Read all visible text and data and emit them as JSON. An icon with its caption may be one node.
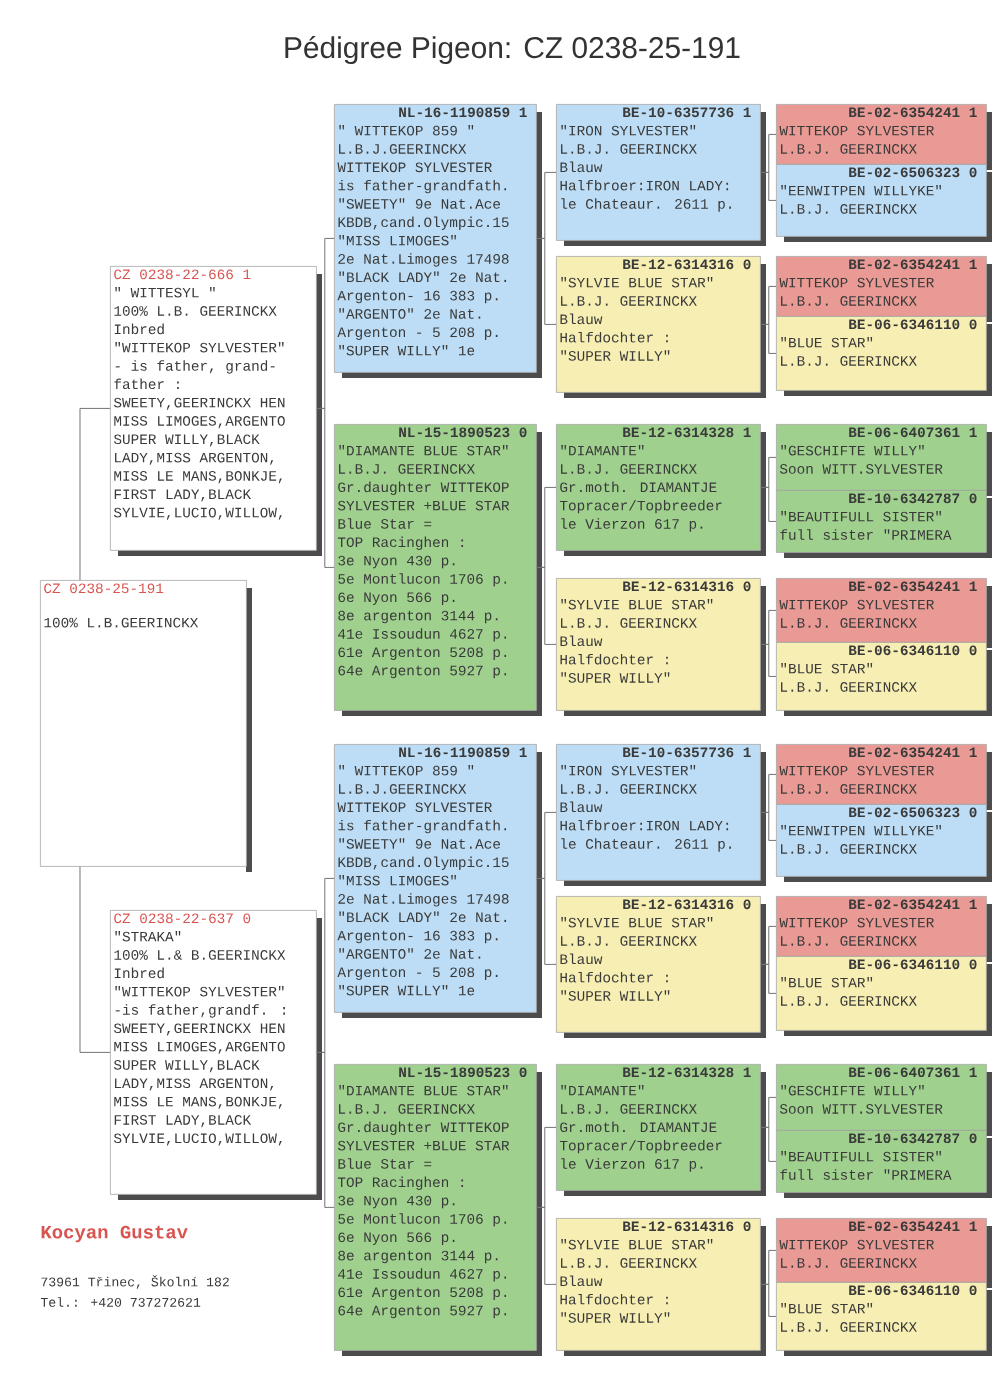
{
  "diagram": {
    "title": "Pédigree Pigeon: CZ 0238-25-191",
    "nodes": [
      {
        "text": [
          "CZ 0238-25-191",
          "100% L.B.GEERINCKX"
        ]
      },
      {
        "text": [
          "CZ 0238-22-666 1",
          "\" WITTESYL \"",
          "100% L.B. GEERINCKX",
          "Inbred",
          "\"WITTEKOP SYLVESTER\"",
          "- is father, grand-",
          "father :",
          "SWEETY,GEERINCKX HEN",
          "MISS LIMOGES,ARGENTO",
          "SUPER WILLY,BLACK",
          "LADY,MISS ARGENTON,",
          "MISS LE MANS,BONKJE,",
          "FIRST LADY,BLACK",
          "SYLVIE,LUCIO,WILLOW,"
        ]
      },
      {
        "text": [
          "CZ 0238-22-637 0",
          "\"STRAKA\"",
          "100% L.& B.GEERINCKX",
          "Inbred",
          "\"WITTEKOP SYLVESTER\"",
          "-is father,grandf. :",
          "SWEETY,GEERINCKX HEN",
          "MISS LIMOGES,ARGENTO",
          "SUPER WILLY,BLACK",
          "LADY,MISS ARGENTON,",
          "MISS LE MANS,BONKJE,",
          "FIRST LADY,BLACK",
          "SYLVIE,LUCIO,WILLOW,"
        ]
      },
      {
        "text": [
          "NL-16-1190859 1",
          "\" WITTEKOP 859 \"",
          "L.B.J.GEERINCKX",
          "WITTEKOP SYLVESTER",
          "is father-grandfath.",
          "\"SWEETY\" 9e Nat.Ace",
          "KBDB,cand.Olympic.15",
          "\"MISS LIMOGES\"",
          "2e Nat.Limoges 17498",
          "\"BLACK LADY\" 2e Nat.",
          "Argenton- 16 383 p.",
          "\"ARGENTO\" 2e Nat.",
          "Argenton - 5 208 p.",
          "\"SUPER WILLY\" 1e"
        ]
      },
      {
        "text": [
          "NL-15-1890523 0",
          "\"DIAMANTE BLUE STAR\"",
          "L.B.J. GEERINCKX",
          "Gr.daughter WITTEKOP",
          "SYLVESTER +BLUE STAR",
          "Blue Star =",
          "TOP Racinghen :",
          "3e Nyon 430 p.",
          "5e Montlucon 1706 p.",
          "6e Nyon 566 p.",
          "8e argenton 3144 p.",
          "41e Issoudun 4627 p.",
          "61e Argenton 5208 p.",
          "64e Argenton 5927 p."
        ]
      },
      {
        "text": [
          "BE-10-6357736 1",
          "\"IRON SYLVESTER\"",
          "L.B.J. GEERINCKX",
          "Blauw",
          "Halfbroer:IRON LADY:",
          "le Chateaur. 2611 p."
        ]
      },
      {
        "text": [
          "BE-12-6314316 0",
          "\"SYLVIE BLUE STAR\"",
          "L.B.J. GEERINCKX",
          "Blauw",
          "Halfdochter :",
          "\"SUPER WILLY\""
        ]
      },
      {
        "text": [
          "BE-12-6314328 1",
          "\"DIAMANTE\"",
          "L.B.J. GEERINCKX",
          "Gr.moth. DIAMANTJE",
          "Topracer/Topbreeder",
          "le Vierzon 617 p."
        ]
      },
      {
        "text": [
          "BE-12-6314316 0",
          "\"SYLVIE BLUE STAR\"",
          "L.B.J. GEERINCKX",
          "Blauw",
          "Halfdochter :",
          "\"SUPER WILLY\""
        ]
      },
      {
        "text": [
          "BE-02-6354241 1",
          "WITTEKOP SYLVESTER",
          "L.B.J. GEERINCKX"
        ]
      },
      {
        "text": [
          "BE-02-6506323 0",
          "\"EENWITPEN WILLYKE\"",
          "L.B.J. GEERINCKX"
        ]
      },
      {
        "text": [
          "BE-02-6354241 1",
          "WITTEKOP SYLVESTER",
          "L.B.J. GEERINCKX"
        ]
      },
      {
        "text": [
          "BE-06-6346110 0",
          "\"BLUE STAR\"",
          "L.B.J. GEERINCKX"
        ]
      },
      {
        "text": [
          "BE-06-6407361 1",
          "\"GESCHIFTE WILLY\"",
          "Soon WITT.SYLVESTER"
        ]
      },
      {
        "text": [
          "BE-10-6342787 0",
          "\"BEAUTIFULL SISTER\"",
          "full sister \"PRIMERA"
        ]
      },
      {
        "text": [
          "BE-02-6354241 1",
          "WITTEKOP SYLVESTER",
          "L.B.J. GEERINCKX"
        ]
      },
      {
        "text": [
          "BE-06-6346110 0",
          "\"BLUE STAR\"",
          "L.B.J. GEERINCKX"
        ]
      },
      {
        "text": [
          "NL-16-1190859 1",
          "\" WITTEKOP 859 \"",
          "L.B.J.GEERINCKX",
          "WITTEKOP SYLVESTER",
          "is father-grandfath.",
          "\"SWEETY\" 9e Nat.Ace",
          "KBDB,cand.Olympic.15",
          "\"MISS LIMOGES\"",
          "2e Nat.Limoges 17498",
          "\"BLACK LADY\" 2e Nat.",
          "Argenton- 16 383 p.",
          "\"ARGENTO\" 2e Nat.",
          "Argenton - 5 208 p.",
          "\"SUPER WILLY\" 1e"
        ]
      },
      {
        "text": [
          "NL-15-1890523 0",
          "\"DIAMANTE BLUE STAR\"",
          "L.B.J. GEERINCKX",
          "Gr.daughter WITTEKOP",
          "SYLVESTER +BLUE STAR",
          "Blue Star =",
          "TOP Racinghen :",
          "3e Nyon 430 p.",
          "5e Montlucon 1706 p.",
          "6e Nyon 566 p.",
          "8e argenton 3144 p.",
          "41e Issoudun 4627 p.",
          "61e Argenton 5208 p.",
          "64e Argenton 5927 p."
        ]
      },
      {
        "text": [
          "BE-10-6357736 1",
          "\"IRON SYLVESTER\"",
          "L.B.J. GEERINCKX",
          "Blauw",
          "Halfbroer:IRON LADY:",
          "le Chateaur. 2611 p."
        ]
      },
      {
        "text": [
          "BE-12-6314316 0",
          "\"SYLVIE BLUE STAR\"",
          "L.B.J. GEERINCKX",
          "Blauw",
          "Halfdochter :",
          "\"SUPER WILLY\""
        ]
      },
      {
        "text": [
          "BE-12-6314328 1",
          "\"DIAMANTE\"",
          "L.B.J. GEERINCKX",
          "Gr.moth. DIAMANTJE",
          "Topracer/Topbreeder",
          "le Vierzon 617 p."
        ]
      },
      {
        "text": [
          "BE-12-6314316 0",
          "\"SYLVIE BLUE STAR\"",
          "L.B.J. GEERINCKX",
          "Blauw",
          "Halfdochter :",
          "\"SUPER WILLY\""
        ]
      },
      {
        "text": [
          "BE-02-6354241 1",
          "WITTEKOP SYLVESTER",
          "L.B.J. GEERINCKX"
        ]
      },
      {
        "text": [
          "BE-02-6506323 0",
          "\"EENWITPEN WILLYKE\"",
          "L.B.J. GEERINCKX"
        ]
      },
      {
        "text": [
          "BE-02-6354241 1",
          "WITTEKOP SYLVESTER",
          "L.B.J. GEERINCKX"
        ]
      },
      {
        "text": [
          "BE-06-6346110 0",
          "\"BLUE STAR\"",
          "L.B.J. GEERINCKX"
        ]
      },
      {
        "text": [
          "BE-06-6407361 1",
          "\"GESCHIFTE WILLY\"",
          "Soon WITT.SYLVESTER"
        ]
      },
      {
        "text": [
          "BE-10-6342787 0",
          "\"BEAUTIFULL SISTER\"",
          "full sister \"PRIMERA"
        ]
      },
      {
        "text": [
          "BE-02-6354241 1",
          "WITTEKOP SYLVESTER",
          "L.B.J. GEERINCKX"
        ]
      },
      {
        "text": [
          "BE-06-6346110 0",
          "\"BLUE STAR\"",
          "L.B.J. GEERINCKX"
        ]
      }
    ],
    "edges": [
      {
        "from": 0,
        "to": 1,
        "arrow": "none"
      },
      {
        "from": 0,
        "to": 2,
        "arrow": "none"
      },
      {
        "from": 1,
        "to": 3,
        "arrow": "none"
      },
      {
        "from": 1,
        "to": 4,
        "arrow": "none"
      },
      {
        "from": 3,
        "to": 5,
        "arrow": "none"
      },
      {
        "from": 3,
        "to": 6,
        "arrow": "none"
      },
      {
        "from": 4,
        "to": 7,
        "arrow": "none"
      },
      {
        "from": 4,
        "to": 8,
        "arrow": "none"
      },
      {
        "from": 5,
        "to": 9,
        "arrow": "none"
      },
      {
        "from": 5,
        "to": 10,
        "arrow": "none"
      },
      {
        "from": 6,
        "to": 11,
        "arrow": "none"
      },
      {
        "from": 6,
        "to": 12,
        "arrow": "none"
      },
      {
        "from": 7,
        "to": 13,
        "arrow": "none"
      },
      {
        "from": 7,
        "to": 14,
        "arrow": "none"
      },
      {
        "from": 8,
        "to": 15,
        "arrow": "none"
      },
      {
        "from": 8,
        "to": 16,
        "arrow": "none"
      },
      {
        "from": 2,
        "to": 17,
        "arrow": "none"
      },
      {
        "from": 2,
        "to": 18,
        "arrow": "none"
      },
      {
        "from": 17,
        "to": 19,
        "arrow": "none"
      },
      {
        "from": 17,
        "to": 20,
        "arrow": "none"
      },
      {
        "from": 18,
        "to": 21,
        "arrow": "none"
      },
      {
        "from": 18,
        "to": 22,
        "arrow": "none"
      },
      {
        "from": 19,
        "to": 23,
        "arrow": "none"
      },
      {
        "from": 19,
        "to": 24,
        "arrow": "none"
      },
      {
        "from": 20,
        "to": 25,
        "arrow": "none"
      },
      {
        "from": 20,
        "to": 26,
        "arrow": "none"
      },
      {
        "from": 21,
        "to": 27,
        "arrow": "none"
      },
      {
        "from": 21,
        "to": 28,
        "arrow": "none"
      },
      {
        "from": 22,
        "to": 29,
        "arrow": "none"
      },
      {
        "from": 22,
        "to": 30,
        "arrow": "none"
      }
    ],
    "labels": [
      "Kocyan Gustav",
      "73961 Třinec, Školní 182",
      "Tel.: +420 737272621"
    ]
  }
}
